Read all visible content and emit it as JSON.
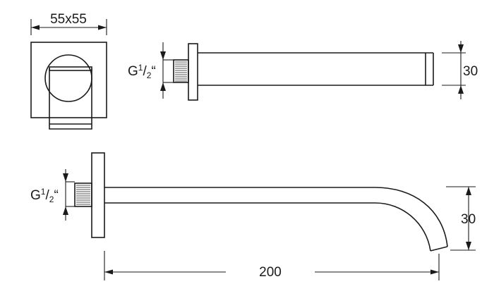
{
  "dimensions": {
    "plate_size": "55x55",
    "top_height": "30",
    "bottom_height": "30",
    "length": "200"
  },
  "thread": {
    "prefix": "G",
    "numerator": "1",
    "separator": "/",
    "denominator": "2",
    "suffix": "“"
  }
}
